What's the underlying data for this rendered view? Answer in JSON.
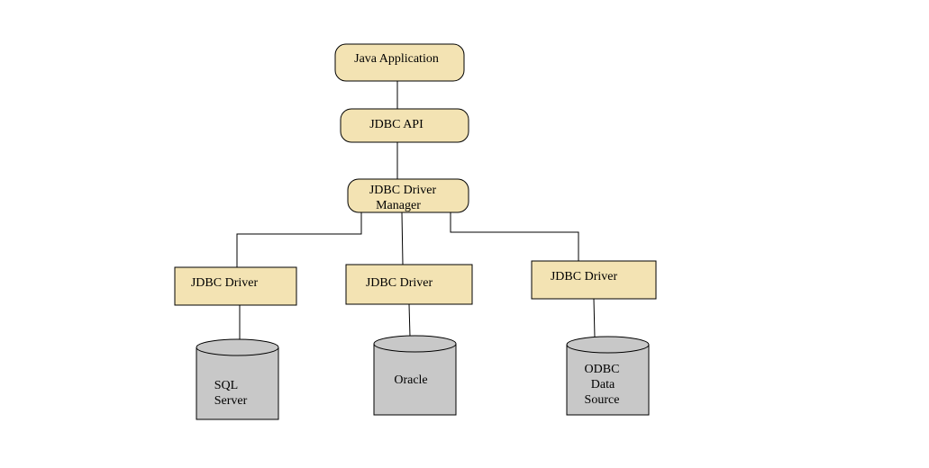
{
  "diagram": {
    "colors": {
      "box_fill": "#f3e3b3",
      "cylinder_fill": "#c8c8c8",
      "stroke": "#000000"
    },
    "java_app": {
      "label": "Java Application"
    },
    "jdbc_api": {
      "label": "JDBC API"
    },
    "driver_manager": {
      "label_line1": "JDBC Driver",
      "label_line2": "Manager"
    },
    "drivers": [
      {
        "label": "JDBC Driver"
      },
      {
        "label": "JDBC Driver"
      },
      {
        "label": "JDBC Driver"
      }
    ],
    "databases": [
      {
        "lines": [
          "SQL",
          "Server"
        ]
      },
      {
        "lines": [
          "Oracle"
        ]
      },
      {
        "lines": [
          "ODBC",
          "Data",
          "Source"
        ]
      }
    ]
  }
}
